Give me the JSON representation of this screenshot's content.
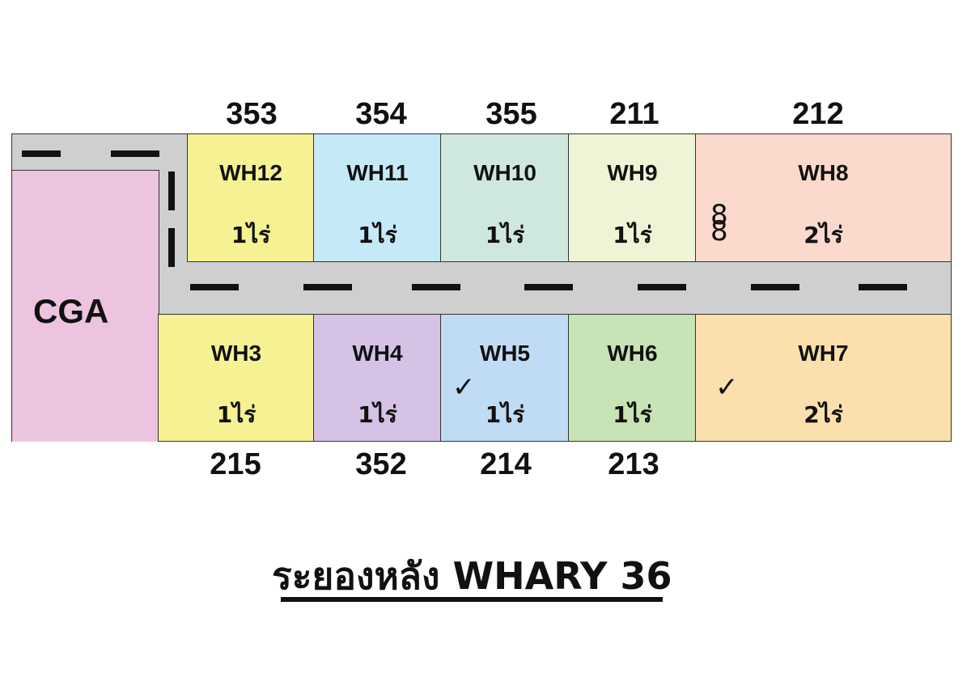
{
  "title": "ระยองหลัง  WHARY 36",
  "colors": {
    "road": "#cfcfcf",
    "border": "#333333",
    "cga": "#ecc4df",
    "wh12": "#f6f193",
    "wh11": "#c6e9f8",
    "wh10": "#cfe8dd",
    "wh9": "#eef4d5",
    "wh8": "#fbd9cc",
    "wh3": "#f6f193",
    "wh4": "#d5c2e5",
    "wh5": "#c0dcf4",
    "wh6": "#c8e3b6",
    "wh7": "#fbdfad"
  },
  "cga": {
    "name": "CGA"
  },
  "top_row": [
    {
      "name": "WH12",
      "area": "1ไร่",
      "number": "353",
      "color": "#f6f193"
    },
    {
      "name": "WH11",
      "area": "1ไร่",
      "number": "354",
      "color": "#c6e9f8"
    },
    {
      "name": "WH10",
      "area": "1ไร่",
      "number": "355",
      "color": "#cfe8dd"
    },
    {
      "name": "WH9",
      "area": "1ไร่",
      "number": "211",
      "color": "#eef4d5"
    },
    {
      "name": "WH8",
      "area": "2ไร่",
      "number": "212",
      "color": "#fbd9cc",
      "mark": "8\n8"
    }
  ],
  "bottom_row": [
    {
      "name": "WH3",
      "area": "1ไร่",
      "number": "215",
      "color": "#f6f193"
    },
    {
      "name": "WH4",
      "area": "1ไร่",
      "number": "352",
      "color": "#d5c2e5"
    },
    {
      "name": "WH5",
      "area": "1ไร่",
      "number": "214",
      "color": "#c0dcf4",
      "mark": "✓"
    },
    {
      "name": "WH6",
      "area": "1ไร่",
      "number": "213",
      "color": "#c8e3b6"
    },
    {
      "name": "WH7",
      "area": "2ไร่",
      "number": "",
      "color": "#fbdfad",
      "mark": "✓"
    }
  ]
}
